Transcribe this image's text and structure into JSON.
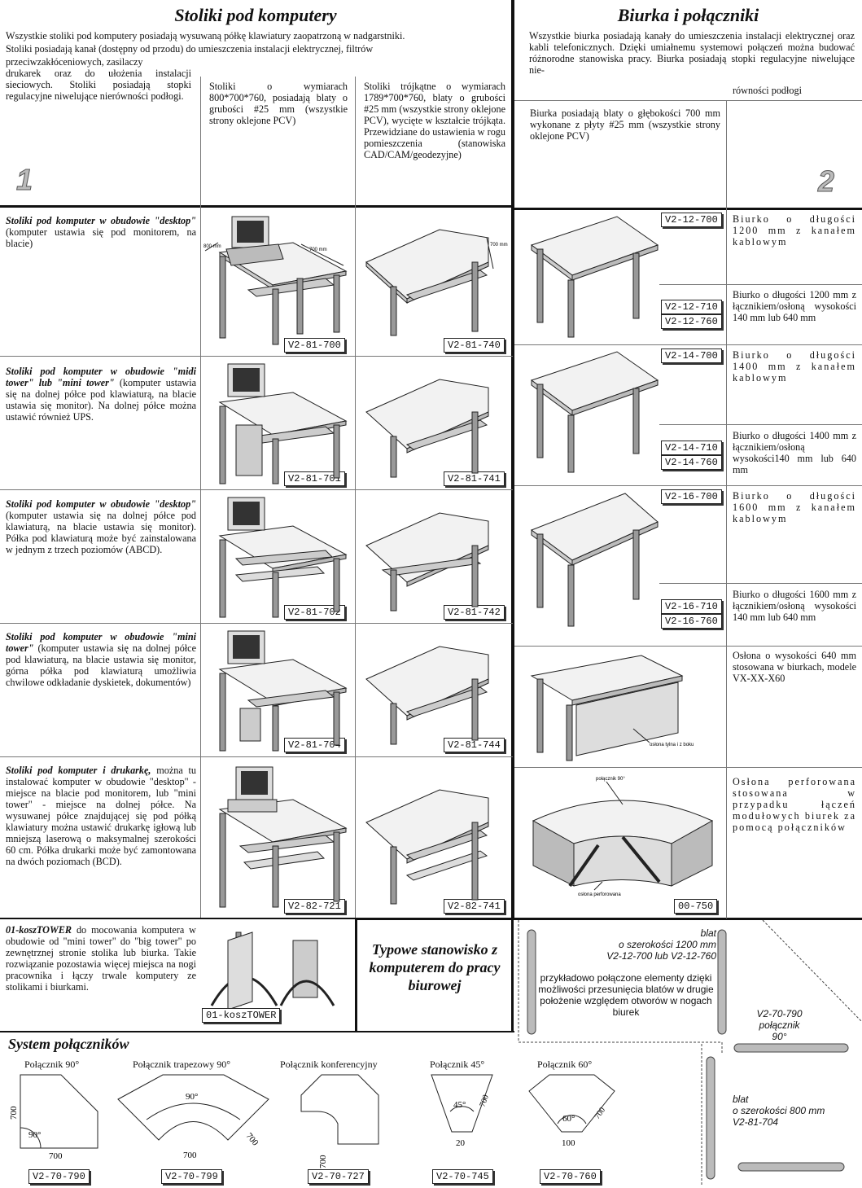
{
  "left": {
    "title": "Stoliki pod komputery",
    "intro_line1": "Wszystkie stoliki pod komputery posiadają wysuwaną półkę klawiatury zaopatrzoną w nadgarstniki.",
    "intro_line2": "Stoliki posiadają kanał (dostępny od przodu) do umieszczenia instalacji elektrycznej, filtrów",
    "intro_line3": "przeciwzakłóceniowych, zasilaczy",
    "intro_rest": "drukarek oraz do ułożenia instalacji sieciowych. Stoliki posiadają stopki regulacyjne niwelujące nierówności podłogi.",
    "col2": "Stoliki o wymiarach 800*700*760, posiadają blaty o grubości #25 mm (wszystkie strony oklejone PCV)",
    "col3": "Stoliki trójkątne o wymiarach 1789*700*760, blaty o grubości #25 mm (wszystkie strony oklejone PCV), wycięte w kształcie trójkąta. Przewidziane do ustawienia w rogu pomieszczenia (stanowiska CAD/CAM/geodezyjne)",
    "section_number": "1"
  },
  "right": {
    "title": "Biurka i połączniki",
    "intro": "Wszystkie biurka posiadają kanały do umieszczenia instalacji elektrycznej oraz kabli telefonicznych. Dzięki umiałnemu systemowi połączeń można budować różnorodne stanowiska pracy. Biurka posiadają stopki regulacyjne niwelujące nie-",
    "intro_end": "równości podłogi",
    "col1": "Biurka posiadają blaty o głębokości 700 mm wykonane z płyty #25 mm (wszystkie strony oklejone PCV)",
    "section_number": "2"
  },
  "tables": [
    {
      "desc_head": "Stoliki pod komputer w obudowie \"desktop\"",
      "desc_rest": " (komputer ustawia się pod monitorem, na blacie)",
      "code_a": "V2-81-700",
      "code_b": "V2-81-740"
    },
    {
      "desc_head": "Stoliki pod komputer w obudowie \"midi tower\" lub \"mini tower\"",
      "desc_rest": " (komputer ustawia się na dolnej półce pod klawiaturą, na blacie ustawia się monitor). Na dolnej półce można ustawić również UPS.",
      "code_a": "V2-81-701",
      "code_b": "V2-81-741"
    },
    {
      "desc_head": "Stoliki pod komputer w obudowie \"desktop\"",
      "desc_rest": " (komputer ustawia się na dolnej półce pod klawiaturą, na blacie ustawia się monitor). Półka pod klawiaturą może być zainstalowana w jednym z trzech poziomów (ABCD).",
      "code_a": "V2-81-702",
      "code_b": "V2-81-742"
    },
    {
      "desc_head": "Stoliki pod komputer w obudowie \"mini tower\"",
      "desc_rest": " (komputer ustawia się na dolnej półce pod klawiaturą, na blacie ustawia się monitor, górna półka pod klawiaturą umożliwia chwilowe odkładanie dyskietek, dokumentów)",
      "code_a": "V2-81-704",
      "code_b": "V2-81-744"
    },
    {
      "desc_head": "Stoliki pod komputer i drukarkę,",
      "desc_rest": " można tu instalować komputer w obudowie \"desktop\" - miejsce na blacie pod monitorem, lub \"mini tower\" - miejsce na dolnej półce. Na wysuwanej półce znajdującej się pod półką klawiatury można ustawić drukarkę igłową lub mniejszą laserową o maksymalnej szerokości 60 cm. Półka drukarki może być zamontowana na dwóch poziomach (BCD).",
      "code_a": "V2-82-721",
      "code_b": "V2-82-741"
    }
  ],
  "dims": {
    "d800": "800 mm",
    "d700": "700 mm",
    "d700b": "700 mm"
  },
  "desks": [
    {
      "codes": [
        "V2-12-700"
      ],
      "desc": "Biurko o długości 1200 mm z kanałem kablowym"
    },
    {
      "codes": [
        "V2-12-710",
        "V2-12-760"
      ],
      "desc": "Biurko o długości 1200 mm z łącznikiem/osłoną wysokości 140 mm lub 640 mm"
    },
    {
      "codes": [
        "V2-14-700"
      ],
      "desc": "Biurko o długości 1400 mm z kanałem kablowym"
    },
    {
      "codes": [
        "V2-14-710",
        "V2-14-760"
      ],
      "desc": "Biurko o długości 1400 mm z łącznikiem/osłoną wysokości140 mm lub 640 mm"
    },
    {
      "codes": [
        "V2-16-700"
      ],
      "desc": "Biurko o długości 1600 mm z kanałem kablowym"
    },
    {
      "codes": [
        "V2-16-710",
        "V2-16-760"
      ],
      "desc": "Biurko o długości 1600 mm z łącznikiem/osłoną wysokości 140 mm lub 640 mm"
    }
  ],
  "oslona": {
    "desc": "Osłona o wysokości 640 mm stosowana w biurkach, modele VX-XX-X60",
    "label": "osłona tylna i z boku"
  },
  "perforowana": {
    "desc": "Osłona perforowana stosowana w przypadku łączeń modułowych biurek za pomocą połączników",
    "label_top": "połącznik 90°",
    "label_bottom": "osłona perforowana",
    "code": "00-750"
  },
  "kosz": {
    "title": "01-koszTOWER",
    "desc": " do mocowania komputera w obudowie od \"mini tower\" do \"big tower\" po zewnętrznej stronie stolika lub biurka. Takie rozwiązanie pozostawia więcej miejsca na nogi pracownika i łączy trwale komputery ze stolikami i biurkami.",
    "code": "01-koszTOWER"
  },
  "typowe": {
    "title": "Typowe stanowisko z komputerem do pracy biurowej",
    "blat1_l1": "blat",
    "blat1_l2": "o szerokości 1200 mm",
    "blat1_l3": "V2-12-700 lub V2-12-760",
    "note": "przykładowo połączone elementy dzięki możliwości przesunięcia blatów w drugie położenie względem otworów w nogach biurek",
    "pol_l1": "V2-70-790",
    "pol_l2": "połącznik",
    "pol_l3": "90°",
    "blat2_l1": "blat",
    "blat2_l2": "o szerokości 800 mm",
    "blat2_l3": "V2-81-704"
  },
  "system": {
    "title": "System połączników",
    "items": [
      {
        "name": "Połącznik 90°",
        "code": "V2-70-790",
        "angle": "90°",
        "dim_a": "700",
        "dim_b": "700"
      },
      {
        "name": "Połącznik trapezowy 90°",
        "code": "V2-70-799",
        "angle": "90°",
        "dim_a": "700",
        "dim_b": "700"
      },
      {
        "name": "Połącznik konferencyjny",
        "code": "V2-70-727",
        "dim_a": "700"
      },
      {
        "name": "Połącznik 45°",
        "code": "V2-70-745",
        "angle": "45°",
        "dim_a": "700",
        "dim_b": "20"
      },
      {
        "name": "Połącznik 60°",
        "code": "V2-70-760",
        "angle": "60°",
        "dim_a": "700",
        "dim_b": "100"
      }
    ]
  }
}
